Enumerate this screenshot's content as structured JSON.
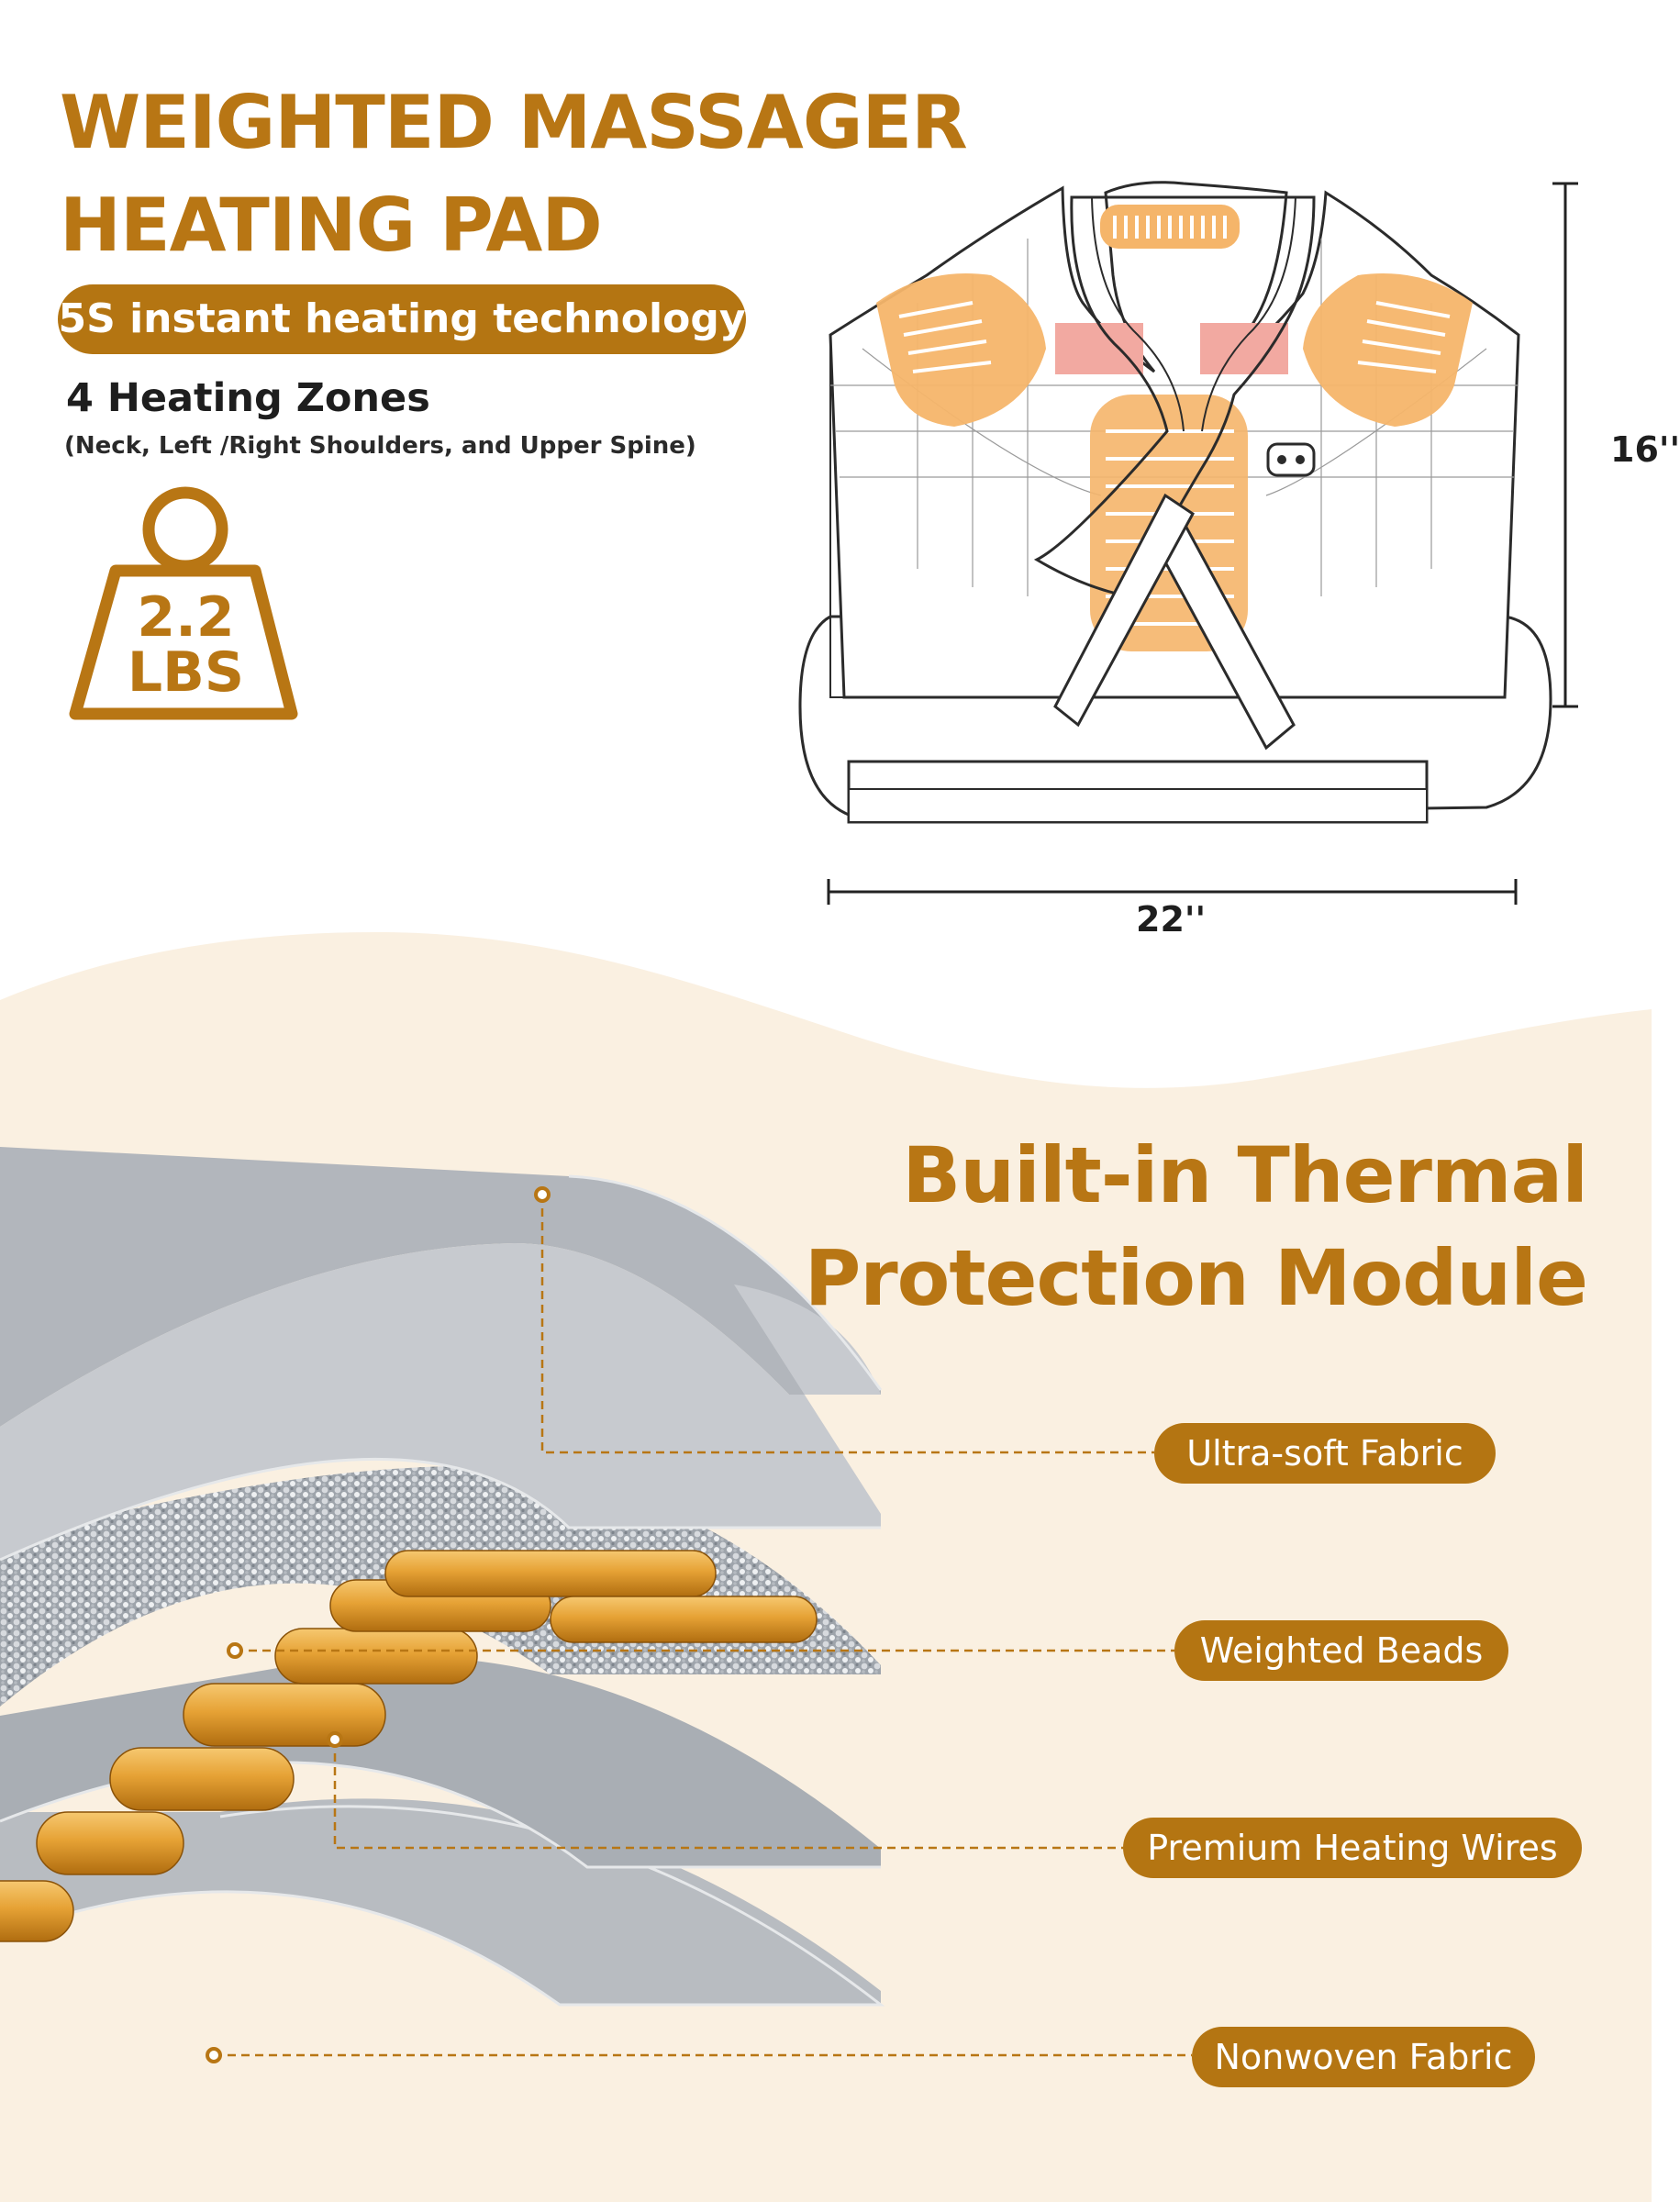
{
  "header": {
    "title_line1": "WEIGHTED MASSAGER",
    "title_line2": "HEATING PAD"
  },
  "tech_badge": "5S instant heating technology",
  "zones": {
    "title": "4 Heating Zones",
    "subtitle": "(Neck, Left /Right Shoulders, and Upper Spine)"
  },
  "weight": {
    "value": "2.2",
    "unit": "LBS"
  },
  "dimensions": {
    "height": "16''",
    "width": "22''"
  },
  "thermal": {
    "line1": "Built-in Thermal",
    "line2": "Protection Module"
  },
  "layers": [
    "Ultra-soft Fabric",
    "Weighted Beads",
    "Premium Heating Wires",
    "Nonwoven Fabric"
  ],
  "colors": {
    "brand": "#b87614",
    "heating_zone": "#f5b56a",
    "vibration_zone": "#f2a9a1",
    "background_lower": "#faf0e1",
    "fabric": "#b9bcc1",
    "heating_wire": "#e7a43a"
  }
}
